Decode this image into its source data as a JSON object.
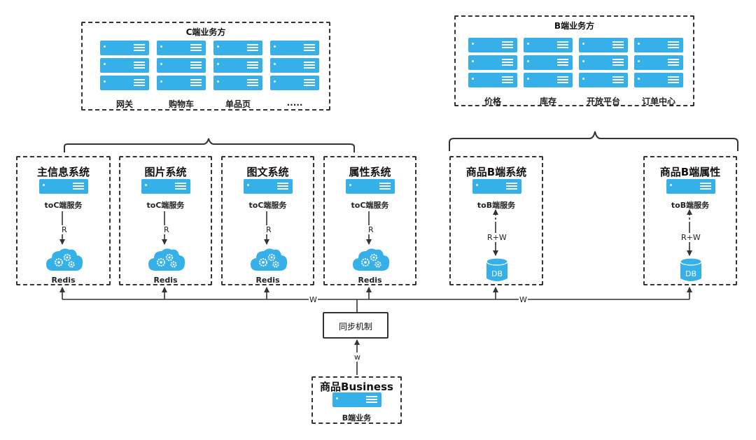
{
  "c_side": {
    "title": "C端业务方",
    "items": [
      "网关",
      "购物车",
      "单品页",
      "....."
    ]
  },
  "b_side": {
    "title": "B端业务方",
    "items": [
      "价格",
      "库存",
      "开放平台",
      "订单中心"
    ]
  },
  "toc_systems": [
    {
      "title": "主信息系统",
      "service": "toC端服务",
      "edge": "R",
      "store": "Redis"
    },
    {
      "title": "图片系统",
      "service": "toC端服务",
      "edge": "R",
      "store": "Redis"
    },
    {
      "title": "图文系统",
      "service": "toC端服务",
      "edge": "R",
      "store": "Redis"
    },
    {
      "title": "属性系统",
      "service": "toC端服务",
      "edge": "R",
      "store": "Redis"
    }
  ],
  "tob_systems": [
    {
      "title": "商品B端系统",
      "service": "toB端服务",
      "edge": "R+W",
      "store": "DB"
    },
    {
      "title": "商品B端属性",
      "service": "toB端服务",
      "edge": "R+W",
      "store": "DB"
    }
  ],
  "bus_labels": {
    "left": "W",
    "right": "W"
  },
  "sync": {
    "label": "同步机制"
  },
  "business": {
    "title": "商品Business",
    "service": "B端业务",
    "edge": "w"
  },
  "colors": {
    "server": "#36b0e8",
    "line": "#333333"
  }
}
